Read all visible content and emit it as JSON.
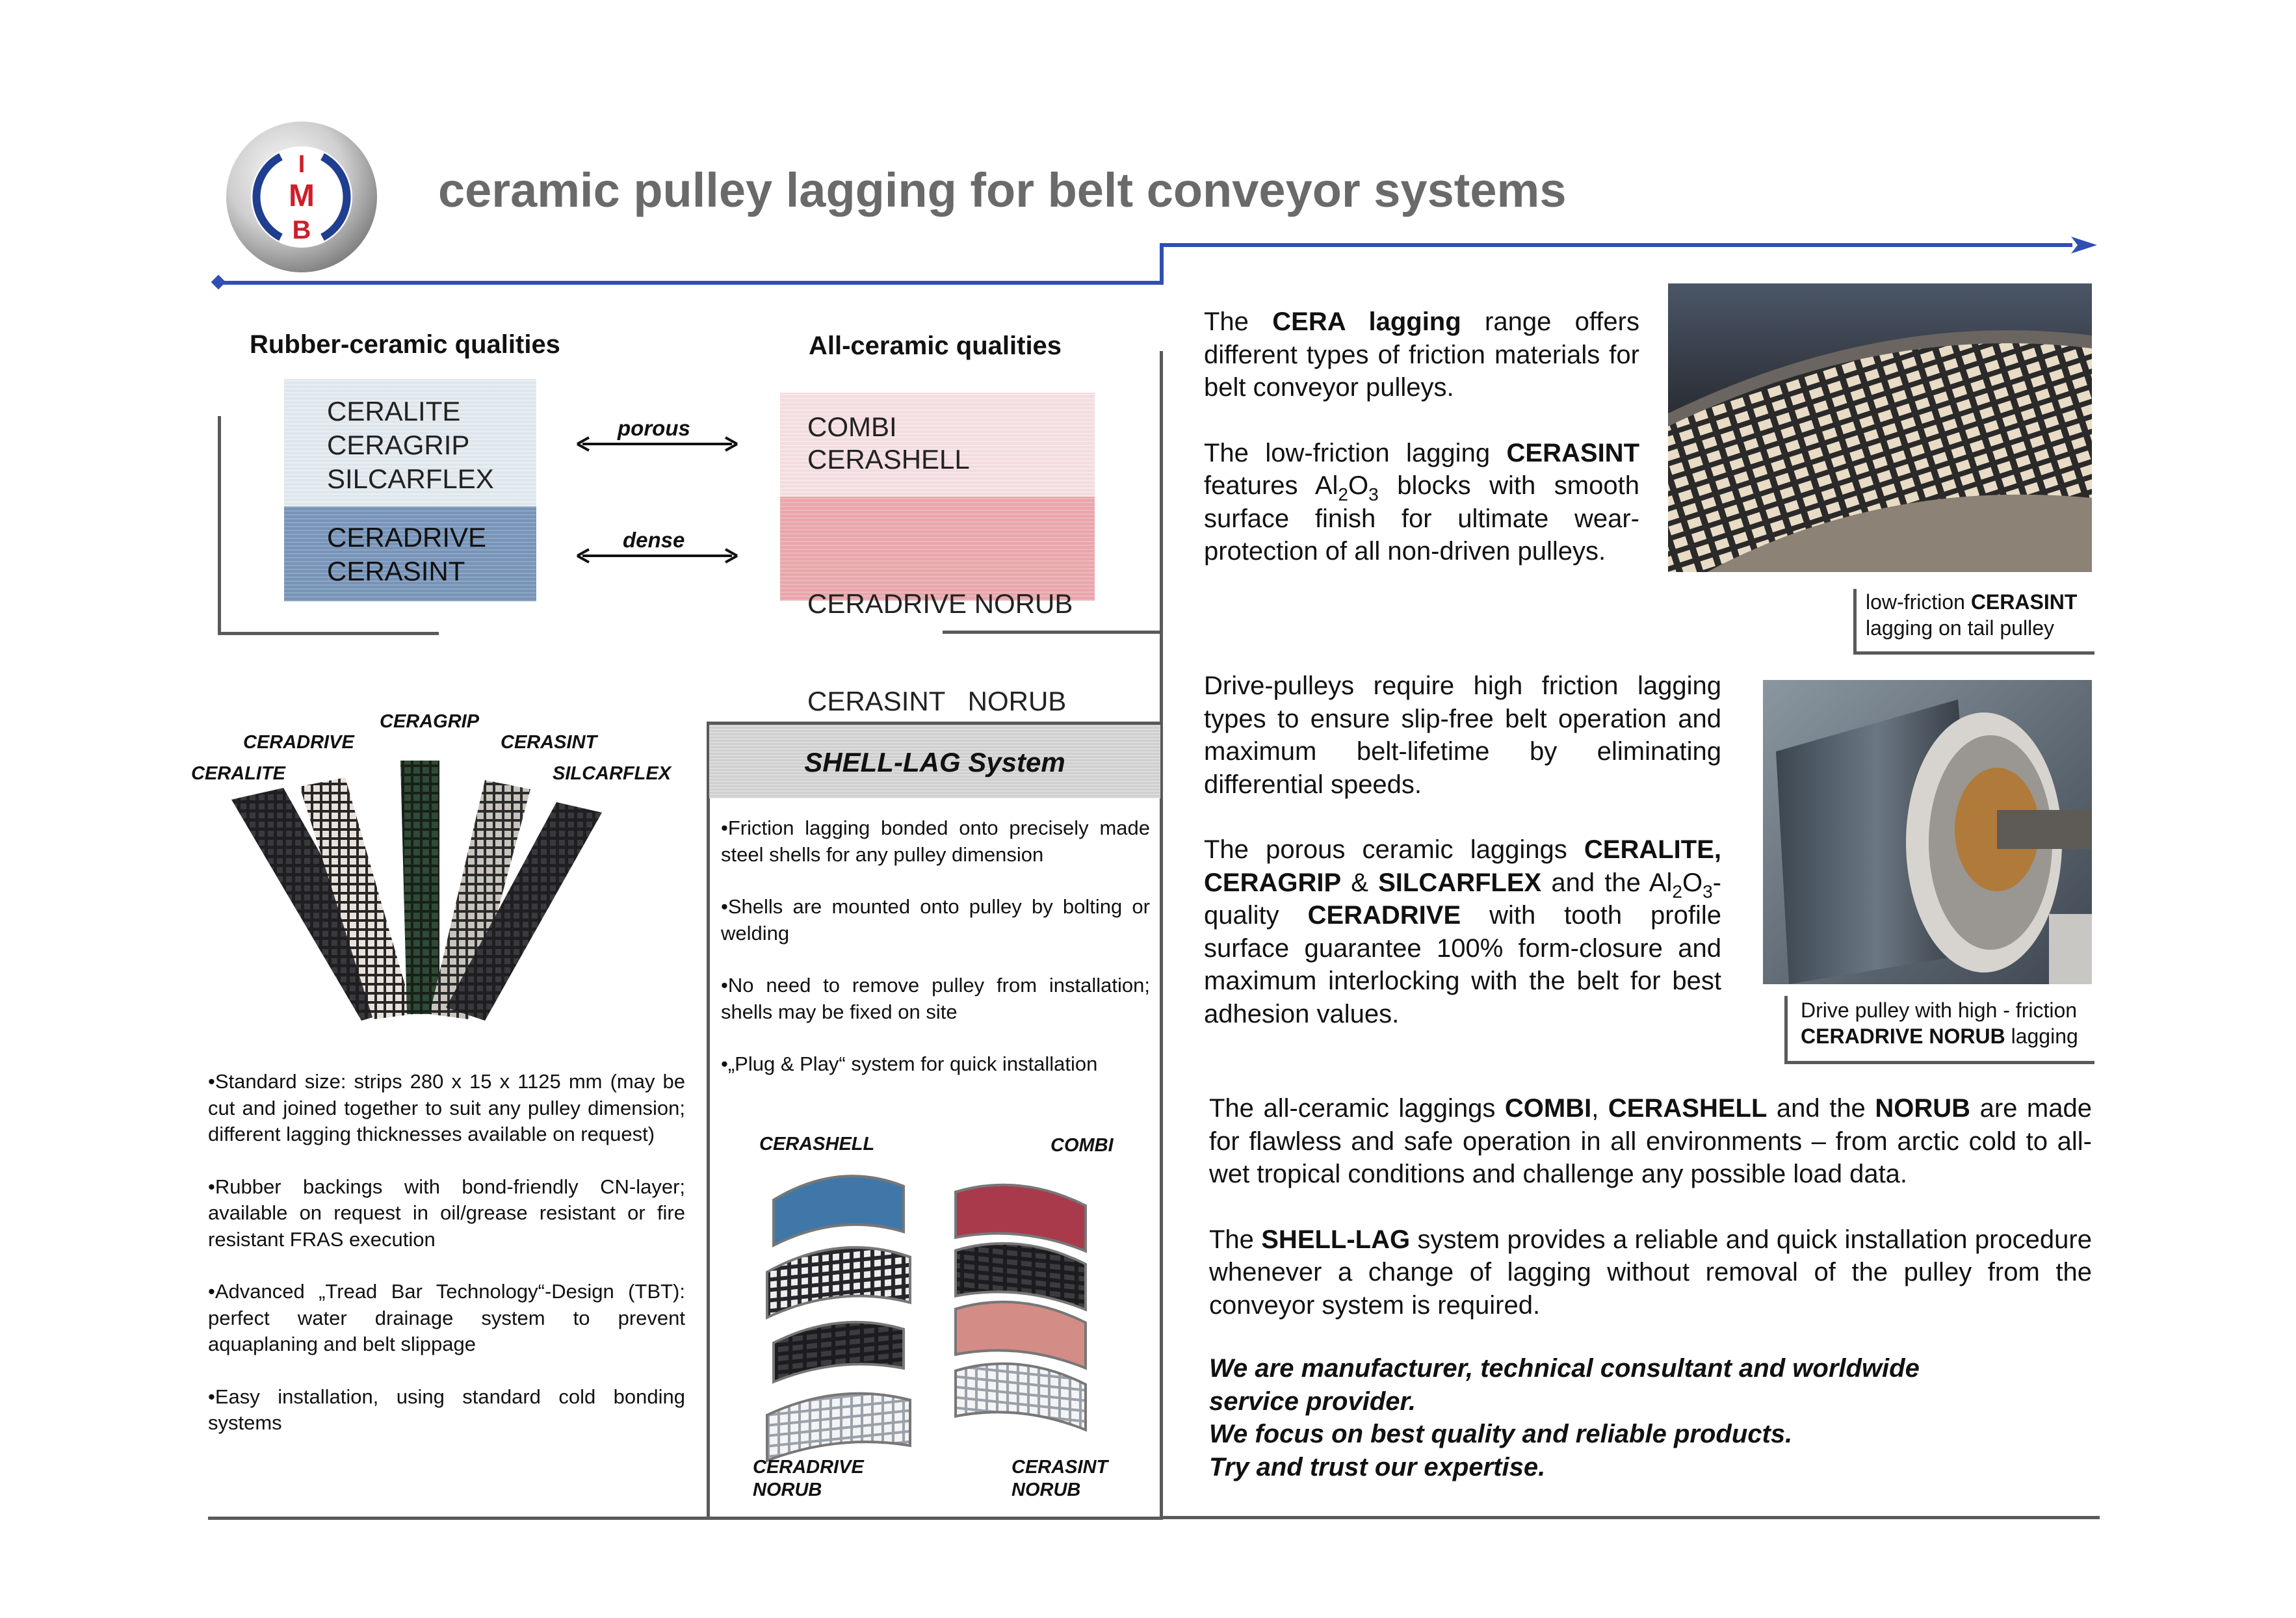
{
  "header": {
    "logo_letters": [
      "I",
      "M",
      "B"
    ],
    "title": "ceramic pulley lagging for belt conveyor systems"
  },
  "qualities": {
    "rubber_heading": "Rubber-ceramic qualities",
    "ceramic_heading": "All-ceramic qualities",
    "rubber_porous": [
      "CERALITE",
      "CERAGRIP",
      "SILCARFLEX"
    ],
    "rubber_dense": [
      "CERADRIVE",
      "CERASINT"
    ],
    "ceramic_porous": [
      "COMBI",
      "CERASHELL"
    ],
    "ceramic_dense": [
      "CERADRIVE NORUB",
      "CERASINT   NORUB"
    ],
    "arrow_porous": "porous",
    "arrow_dense": "dense"
  },
  "strips": {
    "labels": {
      "ceralite": "CERALITE",
      "ceradrive": "CERADRIVE",
      "ceragrip": "CERAGRIP",
      "cerasint": "CERASINT",
      "silcarflex": "SILCARFLEX"
    },
    "bullets": [
      "•Standard size: strips 280 x 15 x 1125 mm (may be cut and joined together to suit any pulley dimension; different lagging thicknesses available on request)",
      "•Rubber backings with bond-friendly CN-layer; available on request in oil/grease resistant or fire resistant FRAS execution",
      "•Advanced „Tread Bar Technology“-Design (TBT): perfect water drainage system to prevent aquaplaning and belt slippage",
      "•Easy installation, using standard cold bonding systems"
    ]
  },
  "shell_lag": {
    "title": "SHELL-LAG System",
    "bullets": [
      "•Friction lagging bonded onto precisely made steel shells for any pulley dimension",
      "•Shells are mounted onto pulley by bolting or welding",
      "•No need to remove pulley from installation; shells may be fixed on site",
      "•„Plug & Play“ system for quick installation"
    ],
    "labels": {
      "cerashell": "CERASHELL",
      "combi": "COMBI",
      "ceradrive_norub": [
        "CERADRIVE",
        "NORUB"
      ],
      "cerasint_norub": [
        "CERASINT",
        "NORUB"
      ]
    }
  },
  "right": {
    "p1": {
      "pre": "The ",
      "b": "CERA lagging",
      "post": " range offers different types of friction materials for belt conveyor pulleys."
    },
    "p2": {
      "pre": "The low-friction lagging ",
      "b": "CERASINT",
      "mid1": " features Al",
      "sub1": "2",
      "mid2": "O",
      "sub2": "3",
      "post": " blocks with smooth surface finish for ultimate wear-protection of  all non-driven pulleys."
    },
    "caption1": {
      "pre": "low-friction ",
      "b": "CERASINT",
      "line2": "lagging on tail pulley"
    },
    "p3": "Drive-pulleys require high friction lagging types to ensure slip-free belt operation and maximum belt-lifetime by eliminating differential speeds.",
    "p4": {
      "pre": "The porous ceramic laggings ",
      "b1": "CERALITE,",
      "b2": "CERAGRIP",
      "amp": " & ",
      "b3": "SILCARFLEX",
      "mid": " and the ",
      "al": "Al",
      "s1": "2",
      "o": "O",
      "s2": "3",
      "q": "-quality ",
      "b4": "CERADRIVE",
      "post": " with tooth profile surface guarantee 100% form-closure and maximum interlocking with the belt for best adhesion values."
    },
    "caption2": {
      "line1": "Drive pulley with high - friction",
      "b": "CERADRIVE NORUB",
      "post": " lagging"
    },
    "p5": {
      "pre": "The all-ceramic laggings ",
      "b1": "COMBI",
      "c": ", ",
      "b2": "CERASHELL",
      "m": " and the ",
      "b3": "NORUB",
      "post": " are made for flawless and safe operation in all environments – from arctic cold to all-wet tropical conditions and challenge any possible load data."
    },
    "p6": {
      "pre": "The ",
      "b": "SHELL-LAG",
      "post": " system provides a reliable and quick installation procedure whenever a change of lagging without removal of the pulley from the conveyor system is required."
    },
    "slogan": [
      "We are manufacturer, technical consultant and worldwide",
      "service provider.",
      "We focus on best quality and reliable products.",
      "Try and trust our expertise."
    ]
  },
  "colors": {
    "accent_blue": "#2f4fb3",
    "title_gray": "#6a6a6a",
    "logo_red": "#cc1f2a",
    "logo_blue": "#1f3e8f"
  }
}
